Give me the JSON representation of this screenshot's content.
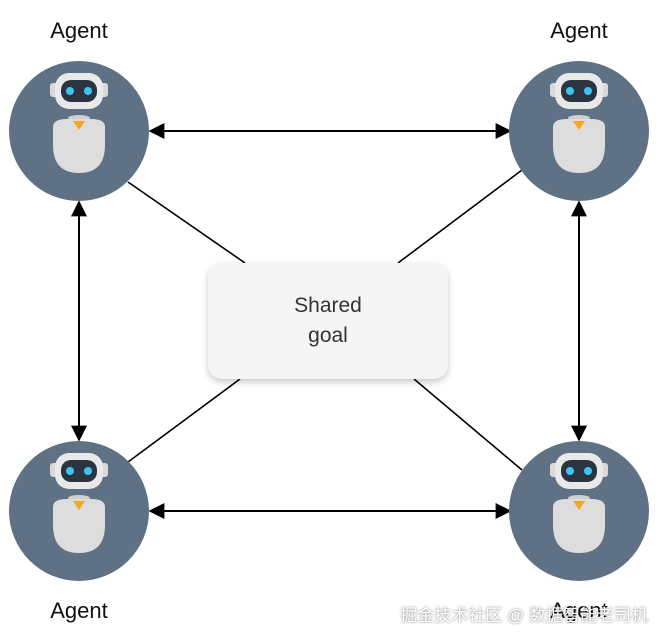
{
  "agents": [
    {
      "id": "top-left",
      "label": "Agent"
    },
    {
      "id": "top-right",
      "label": "Agent"
    },
    {
      "id": "bottom-left",
      "label": "Agent"
    },
    {
      "id": "bottom-right",
      "label": "Agent"
    }
  ],
  "goal": {
    "line1": "Shared",
    "line2": "goal"
  },
  "watermark": "掘金技术社区 @ 数据智能老司机",
  "colors": {
    "agent_circle": "#5f7185",
    "robot_eye": "#3fc4f2",
    "robot_accent": "#f5a623",
    "goal_box": "#f5f5f5"
  },
  "icons": {
    "agent": "robot-icon"
  }
}
